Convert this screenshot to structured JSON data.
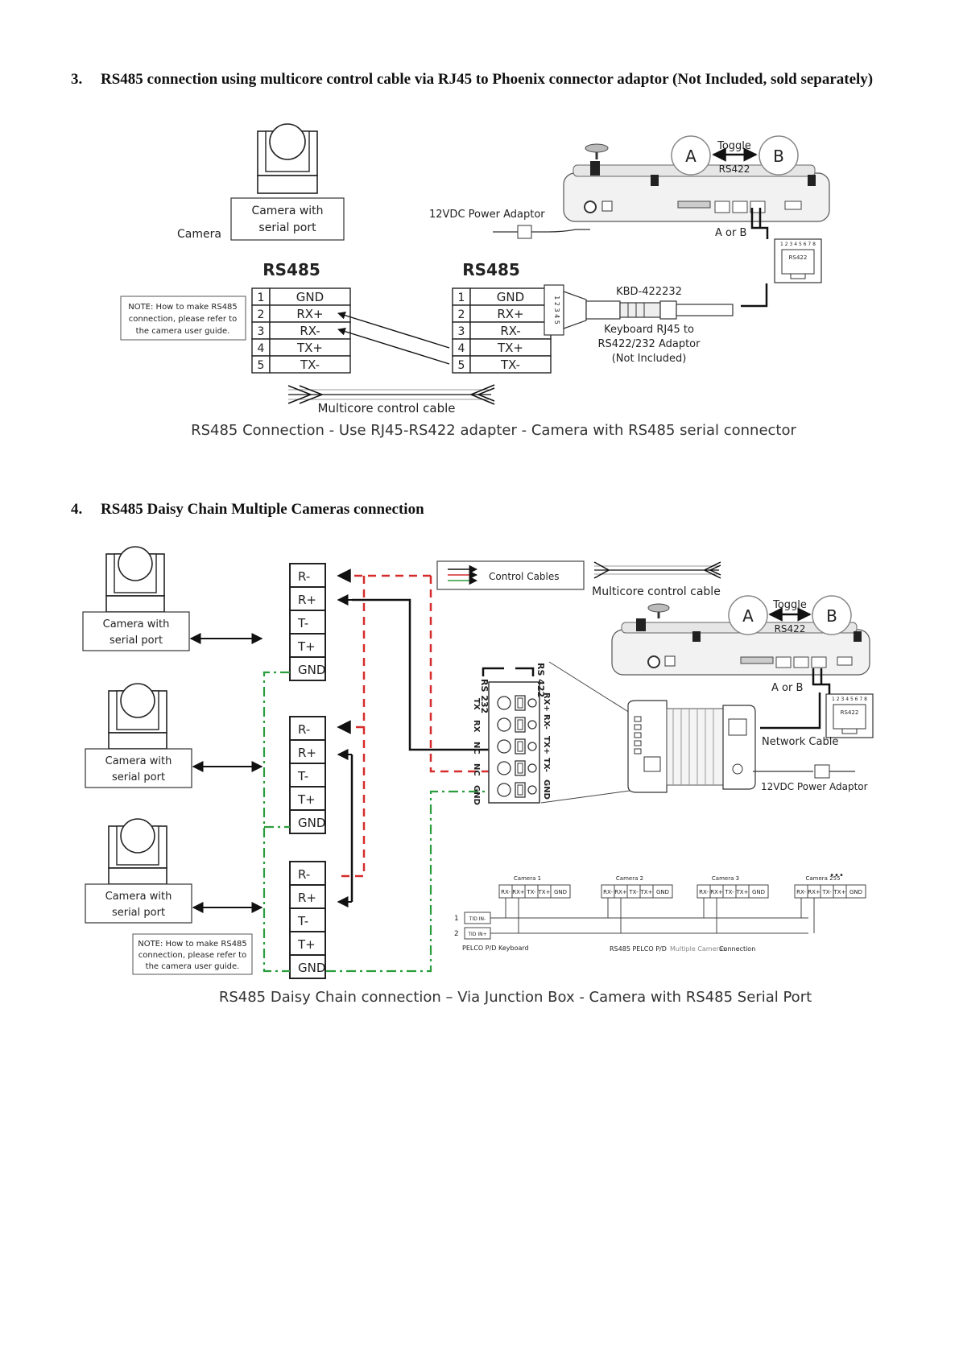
{
  "section3": {
    "number": "3.",
    "title": "RS485 connection using multicore control cable via RJ45 to Phoenix connector adaptor (Not Included, sold separately)",
    "camera_box": [
      "Camera with",
      "serial port"
    ],
    "camera_label": "Camera",
    "power_adaptor": "12VDC Power Adaptor",
    "toggle": "Toggle",
    "toggle_a": "A",
    "toggle_b": "B",
    "rs422": "RS422",
    "a_or_b": "A or B",
    "port_numbers": "1 2 3 4 5 6 7 8",
    "port_label": "RS422",
    "left_header": "RS485",
    "right_header": "RS485",
    "pins": [
      {
        "n": "1",
        "label": "GND"
      },
      {
        "n": "2",
        "label": "RX+"
      },
      {
        "n": "3",
        "label": "RX-"
      },
      {
        "n": "4",
        "label": "TX+"
      },
      {
        "n": "5",
        "label": "TX-"
      }
    ],
    "note": [
      "NOTE: How to make RS485",
      "connection, please refer to",
      "the camera user guide."
    ],
    "adaptor_model": "KBD-422232",
    "adaptor_pins": "1 2 3 4 5",
    "adaptor_desc": [
      "Keyboard RJ45 to",
      "RS422/232 Adaptor",
      "(Not Included)"
    ],
    "cable": "Multicore control cable",
    "caption": "RS485 Connection - Use RJ45-RS422 adapter - Camera with RS485 serial connector"
  },
  "section4": {
    "number": "4.",
    "title": "RS485 Daisy Chain Multiple Cameras connection",
    "camera_box": [
      "Camera with",
      "serial port"
    ],
    "terminals": [
      "R-",
      "R+",
      "T-",
      "T+",
      "GND"
    ],
    "legend": "Control Cables",
    "cable": "Multicore control cable",
    "toggle": "Toggle",
    "toggle_a": "A",
    "toggle_b": "B",
    "rs422": "RS422",
    "a_or_b": "A or B",
    "port_numbers": "1 2 3 4 5 6 7 8",
    "port_label": "RS422",
    "network_cable": "Network Cable",
    "power_adaptor": "12VDC Power Adaptor",
    "jb_top_left": "RS 232",
    "jb_top_right": "RS 422",
    "jb_left_labels": [
      "TX",
      "RX",
      "NC",
      "NC",
      "GND"
    ],
    "jb_right_labels": [
      "RX+",
      "RX-",
      "TX+",
      "TX-",
      "GND"
    ],
    "chain_cameras": [
      "Camera 1",
      "Camera 2",
      "Camera 3",
      "Camera 255"
    ],
    "chain_terms": [
      "RX-",
      "RX+",
      "TX-",
      "TX+",
      "GND"
    ],
    "chain_dots": "•••",
    "tid": [
      "TID IN-",
      "TID IN+"
    ],
    "tid_nums": [
      "1",
      "2"
    ],
    "keyboard_label": "PELCO P/D Keyboard",
    "conn_label_a": "RS485 PELCO P/D",
    "conn_label_b": "Multiple Cameras",
    "conn_label_c": "Connection",
    "note": [
      "NOTE: How to make RS485",
      "connection, please refer to",
      "the camera user guide."
    ],
    "caption": "RS485 Daisy Chain connection – Via Junction Box - Camera with RS485 Serial Port"
  },
  "colors": {
    "red": "#d62b2b",
    "green": "#2a9d3c",
    "line": "#111111"
  }
}
